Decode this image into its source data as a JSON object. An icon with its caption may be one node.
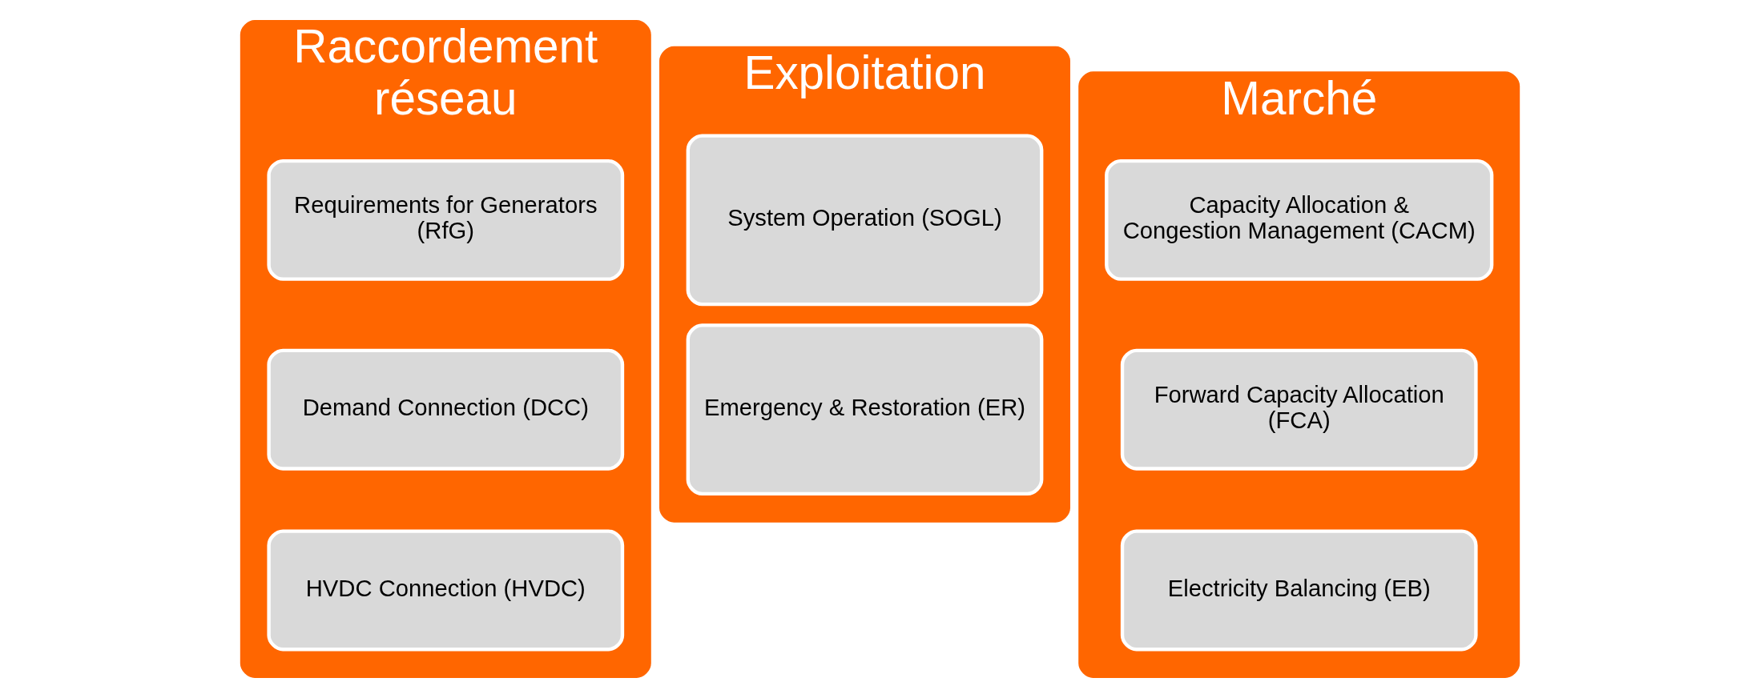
{
  "diagram": {
    "nodes": [
      {
        "text": [
          "Raccordement réseau"
        ]
      },
      {
        "text": [
          "Requirements for Generators (RfG)"
        ],
        "in": 0
      },
      {
        "text": [
          "Demand Connection (DCC)"
        ],
        "in": 0
      },
      {
        "text": [
          "HVDC Connection (HVDC)"
        ],
        "in": 0
      },
      {
        "text": [
          "Exploitation"
        ]
      },
      {
        "text": [
          "System Operation (SOGL)"
        ],
        "in": 4
      },
      {
        "text": [
          "Emergency & Restoration (ER)"
        ],
        "in": 4
      },
      {
        "text": [
          "Marché"
        ]
      },
      {
        "text": [
          "Capacity Allocation & Congestion Management (CACM)"
        ],
        "in": 7
      },
      {
        "text": [
          "Forward Capacity Allocation (FCA)"
        ],
        "in": 7
      },
      {
        "text": [
          "Electricity Balancing (EB)"
        ],
        "in": 7
      }
    ],
    "edges": []
  }
}
